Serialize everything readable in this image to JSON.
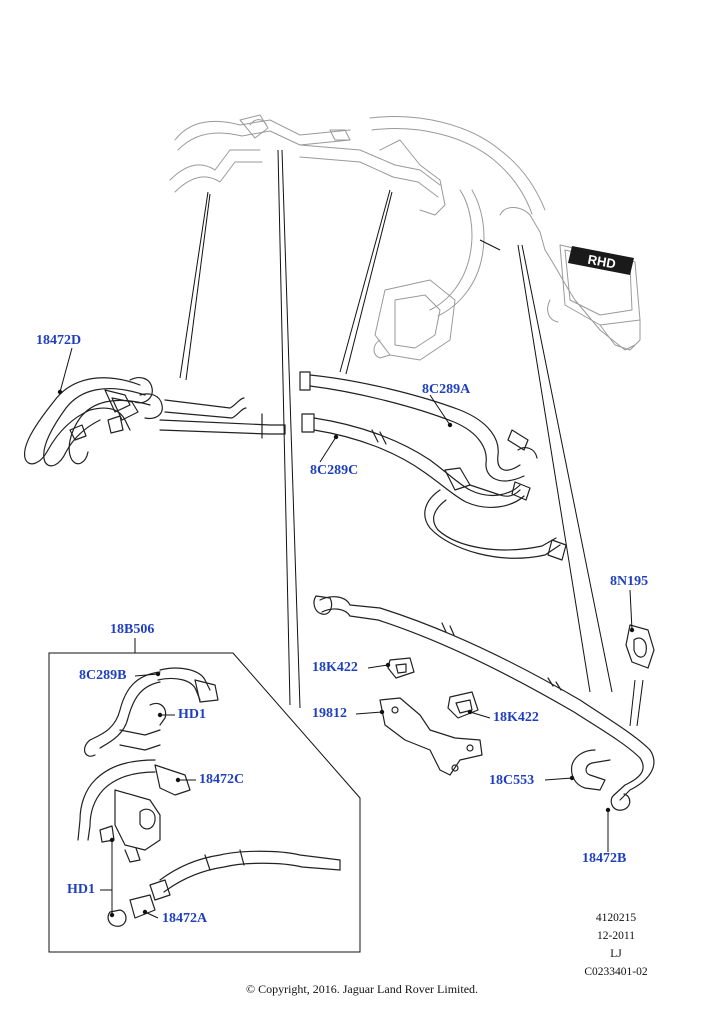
{
  "labels": {
    "l_18472D": "18472D",
    "l_8C289A": "8C289A",
    "l_8C289C": "8C289C",
    "l_8N195": "8N195",
    "l_18B506": "18B506",
    "l_8C289B": "8C289B",
    "l_HD1_top": "HD1",
    "l_18472C": "18472C",
    "l_HD1_bottom": "HD1",
    "l_18472A": "18472A",
    "l_18K422_left": "18K422",
    "l_19812": "19812",
    "l_18K422_right": "18K422",
    "l_18C553": "18C553",
    "l_18472B": "18472B"
  },
  "badge": {
    "text": "RHD"
  },
  "meta": {
    "line1": "4120215",
    "line2": "12-2011",
    "line3": "LJ",
    "line4": "C0233401-02"
  },
  "copyright": "© Copyright, 2016. Jaguar Land Rover Limited."
}
